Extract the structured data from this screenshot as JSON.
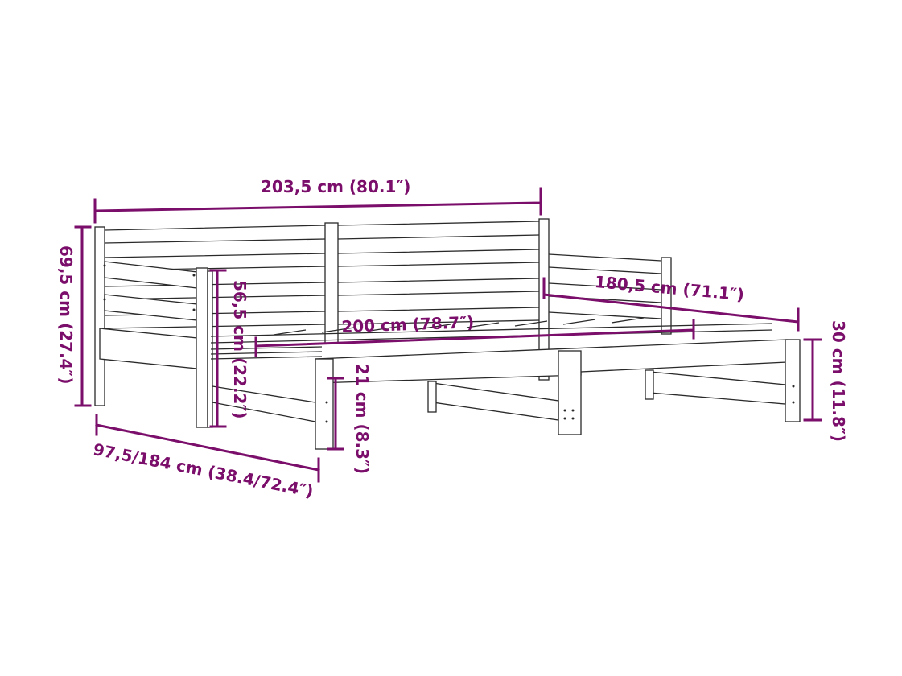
{
  "diagram": {
    "subject": "Pull-out daybed with headboard and side rails",
    "accent_color": "#7a0e6a",
    "line_color": "#2a2a2a",
    "background": "#ffffff"
  },
  "dimensions": {
    "overall_length": "203,5 cm (80.1″)",
    "overall_height": "69,5 cm (27.4″)",
    "side_panel_height": "56,5 cm (22.2″)",
    "mattress_length": "200 cm (78.7″)",
    "inner_length": "180,5 cm (71.1″)",
    "pullout_height": "30 cm (11.8″)",
    "underbed_clearance": "21 cm (8.3″)",
    "width": "97,5/184 cm (38.4/72.4″)"
  }
}
